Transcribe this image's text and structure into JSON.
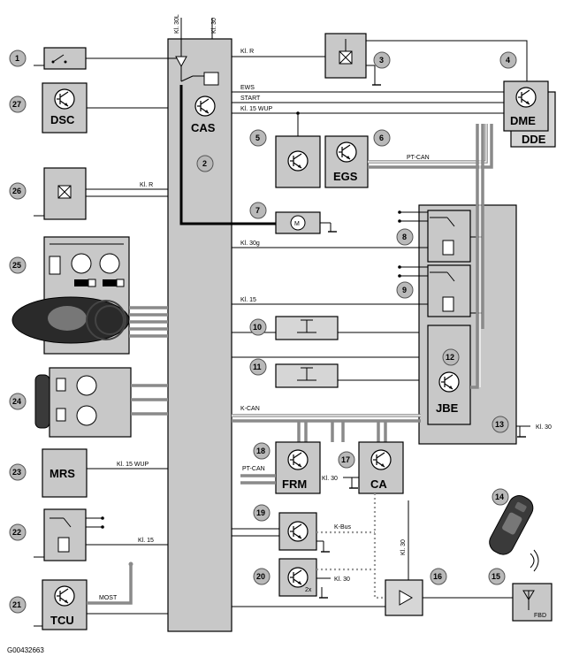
{
  "figure_id": "G00432663",
  "modules": {
    "cas": "CAS",
    "dsc": "DSC",
    "dme": "DME",
    "dde": "DDE",
    "egs": "EGS",
    "jbe": "JBE",
    "frm": "FRM",
    "ca": "CA",
    "mrs": "MRS",
    "tcu": "TCU"
  },
  "terminals": {
    "kl30l": "Kl. 30L",
    "kl30_top": "Kl. 30",
    "klr_top": "Kl. R",
    "klr_26": "Kl. R",
    "ews": "EWS",
    "start": "START",
    "kl15wup_top": "Kl. 15 WUP",
    "ptcan_top": "PT-CAN",
    "kl30g": "Kl. 30g",
    "kl15_mid": "Kl. 15",
    "kcan": "K-CAN",
    "kl30_13": "Kl. 30",
    "ptcan_frm": "PT-CAN",
    "kl30_ca": "Kl. 30",
    "kl15wup_23": "Kl. 15 WUP",
    "kbus": "K-Bus",
    "kl30_vert": "Kl. 30",
    "kl15_22": "Kl. 15",
    "kl30_20": "Kl. 30",
    "most": "MOST",
    "fbd": "FBD",
    "x2": "2x",
    "motor": "M"
  },
  "callouts": [
    "1",
    "2",
    "3",
    "4",
    "5",
    "6",
    "7",
    "8",
    "9",
    "10",
    "11",
    "12",
    "13",
    "14",
    "15",
    "16",
    "17",
    "18",
    "19",
    "20",
    "21",
    "22",
    "23",
    "24",
    "25",
    "26",
    "27"
  ]
}
